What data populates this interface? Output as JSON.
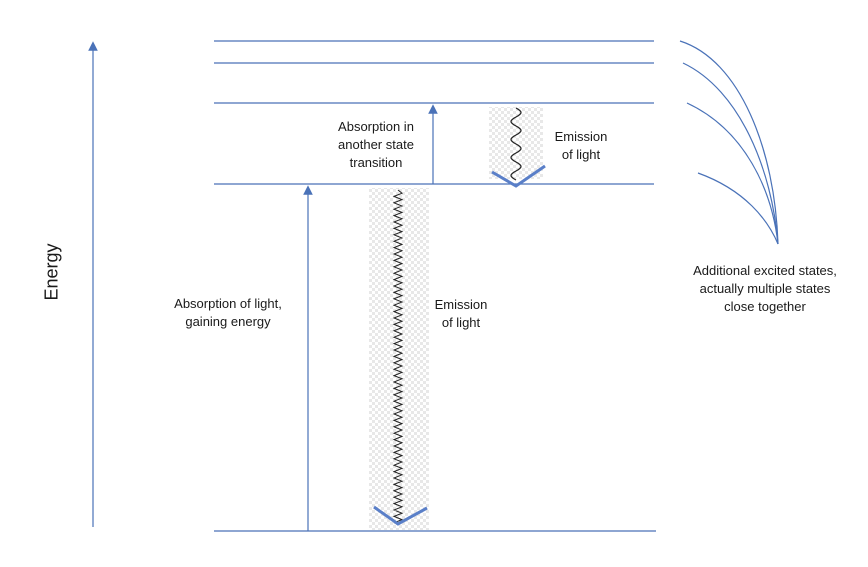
{
  "axis": {
    "label": "Energy"
  },
  "labels": {
    "absorption_main": [
      "Absorption of light,",
      "gaining energy"
    ],
    "absorption_other": [
      "Absorption in",
      "another state",
      "transition"
    ],
    "emission_small": [
      "Emission",
      "of light"
    ],
    "emission_large": [
      "Emission",
      "of light"
    ],
    "excited_states": [
      "Additional excited states,",
      "actually multiple states",
      "close together"
    ]
  },
  "colors": {
    "level_line": "#4a72b8",
    "arrow": "#4a72b8",
    "wave": "#222222",
    "photon_v": "#5a7fc8",
    "band": "#d8d8d8"
  }
}
